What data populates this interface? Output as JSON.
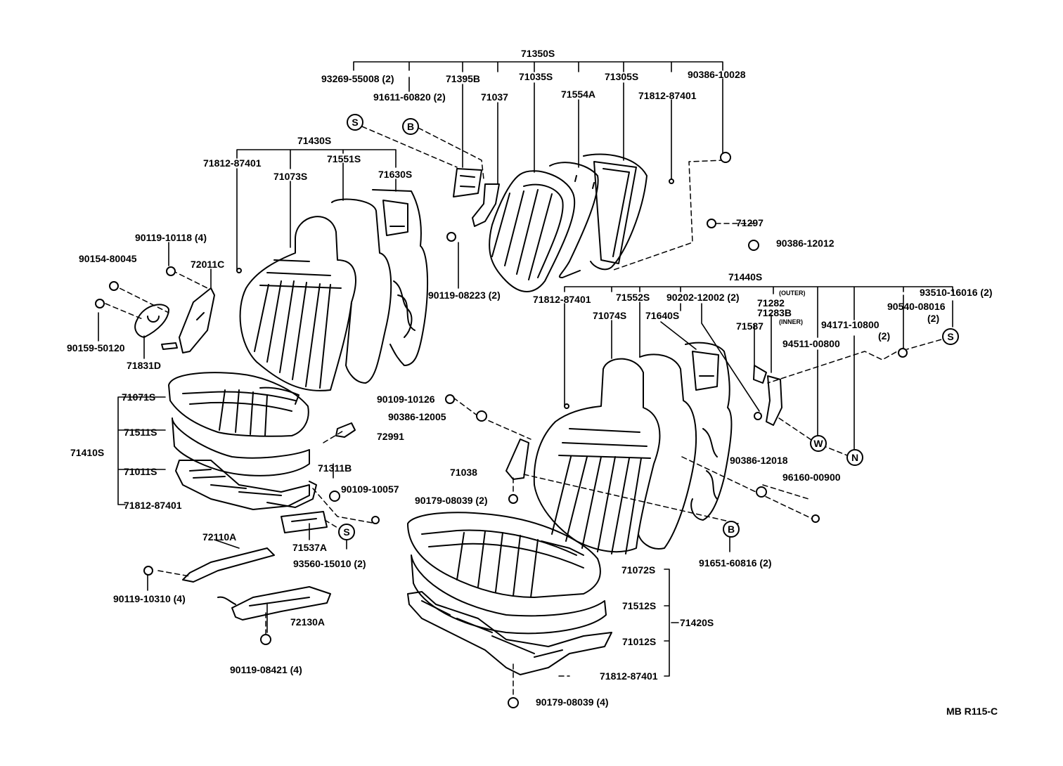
{
  "diagram": {
    "assemblies": {
      "front_seat_back_assy": "71350S",
      "front_left_back_assy": "71430S",
      "front_right_back_assy": "71440S",
      "front_left_cushion_assy": "71410S",
      "front_right_cushion_assy": "71420S"
    },
    "labels": {
      "l71350S": "71350S",
      "l93269": "93269-55008 (2)",
      "l91611": "91611-60820 (2)",
      "l71395B": "71395B",
      "l71037": "71037",
      "l71035S": "71035S",
      "l71554A": "71554A",
      "l71305S": "71305S",
      "l71812_top": "71812-87401",
      "l90386_10028": "90386-10028",
      "l71430S": "71430S",
      "l71812_left": "71812-87401",
      "l71073S": "71073S",
      "l71551S": "71551S",
      "l71630S": "71630S",
      "l90119_10118": "90119-10118 (4)",
      "l90154": "90154-80045",
      "l72011C": "72011C",
      "l90159": "90159-50120",
      "l71831D": "71831D",
      "l90119_08223": "90119-08223 (2)",
      "l71297": "71297",
      "l90386_12012": "90386-12012",
      "l71440S": "71440S",
      "l71812_mid": "71812-87401",
      "l71552S": "71552S",
      "l90202": "90202-12002 (2)",
      "l71282": "71282",
      "l71283B": "71283B",
      "l_outer": "(OUTER)",
      "l_inner": "(INNER)",
      "l93510": "93510-16016 (2)",
      "l90540": "90540-08016",
      "l90540_qty": "(2)",
      "l71074S": "71074S",
      "l71640S": "71640S",
      "l71587": "71587",
      "l94171": "94171-10800",
      "l94171_qty": "(2)",
      "l94511": "94511-00800",
      "l71071S": "71071S",
      "l71511S": "71511S",
      "l71410S": "71410S",
      "l71011S": "71011S",
      "l71812_cush": "71812-87401",
      "l90109_10126": "90109-10126",
      "l90386_12005": "90386-12005",
      "l72991": "72991",
      "l71311B": "71311B",
      "l90109_10057": "90109-10057",
      "l71038": "71038",
      "l90179_top": "90179-08039 (2)",
      "l90386_12018": "90386-12018",
      "l96160": "96160-00900",
      "l71537A": "71537A",
      "l93560": "93560-15010 (2)",
      "l72110A": "72110A",
      "l90119_10310": "90119-10310 (4)",
      "l72130A": "72130A",
      "l90119_08421": "90119-08421 (4)",
      "l71072S": "71072S",
      "l71512S": "71512S",
      "l71420S": "71420S",
      "l71012S": "71012S",
      "l71812_bottom": "71812-87401",
      "l90179_bottom": "90179-08039 (4)",
      "l91651": "91651-60816 (2)",
      "l_code": "MB R115-C"
    },
    "symbols": {
      "s1": "S",
      "b1": "B",
      "s2": "S",
      "w1": "W",
      "n1": "N",
      "s3": "S",
      "b2": "B"
    },
    "colors": {
      "ink": "#000000",
      "paper": "#ffffff"
    }
  }
}
